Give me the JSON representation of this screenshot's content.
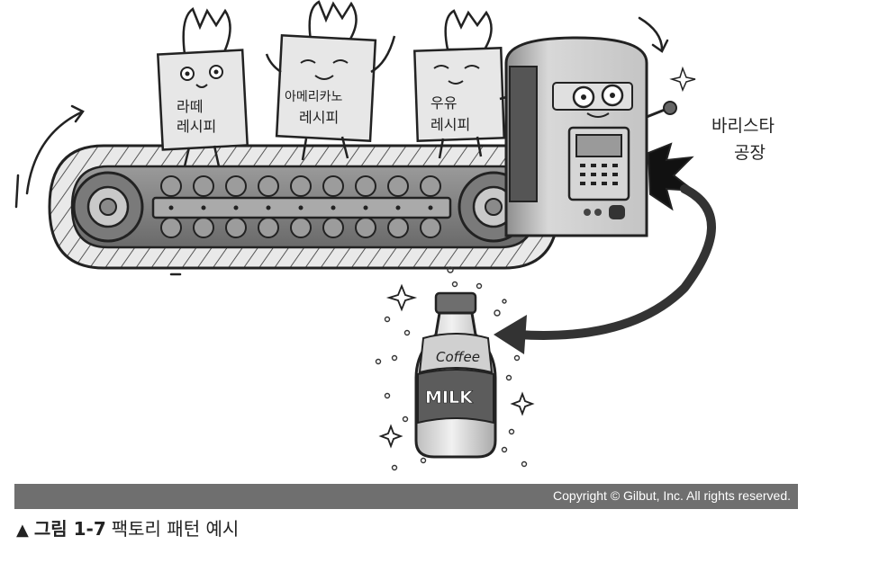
{
  "recipes": {
    "latte_line1": "라떼",
    "latte_line2": "레시피",
    "americano_line1": "아메리카노",
    "americano_line2": "레시피",
    "milk_line1": "우유",
    "milk_line2": "레시피"
  },
  "factory_label": {
    "line1": "바리스타",
    "line2": "공장"
  },
  "bottle": {
    "top_label": "Coffee",
    "main_label": "MILK"
  },
  "copyright": "Copyright © Gilbut, Inc. All rights reserved.",
  "caption": {
    "marker": "▲",
    "label": "그림 1-7",
    "text": "팩토리 패턴 예시"
  }
}
